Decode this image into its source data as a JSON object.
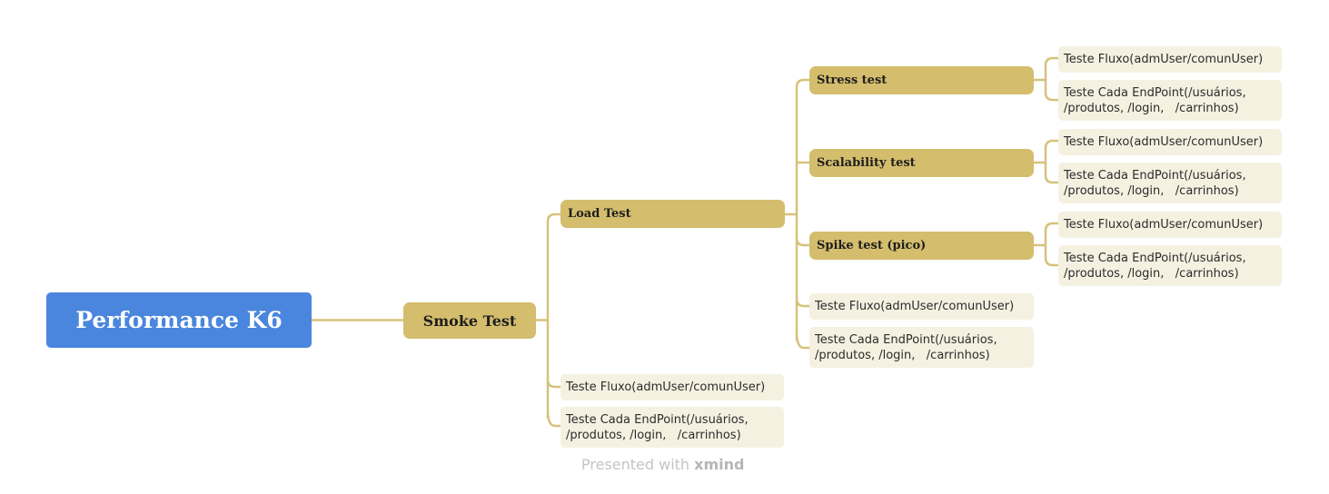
{
  "root": {
    "label": "Performance K6"
  },
  "smoke_test": {
    "label": "Smoke Test",
    "load_test": {
      "label": "Load Test",
      "stress_test": {
        "label": "Stress test",
        "leaves": [
          "Teste Fluxo(admUser/comunUser)",
          "Teste Cada EndPoint(/usuários,\n/produtos, /login,   /carrinhos)"
        ]
      },
      "scalability_test": {
        "label": "Scalability test",
        "leaves": [
          "Teste Fluxo(admUser/comunUser)",
          "Teste Cada EndPoint(/usuários,\n/produtos, /login,   /carrinhos)"
        ]
      },
      "spike_test": {
        "label": "Spike test (pico)",
        "leaves": [
          "Teste Fluxo(admUser/comunUser)",
          "Teste Cada EndPoint(/usuários,\n/produtos, /login,   /carrinhos)"
        ]
      },
      "leaves": [
        "Teste Fluxo(admUser/comunUser)",
        "Teste Cada EndPoint(/usuários,\n/produtos, /login,   /carrinhos)"
      ]
    },
    "leaves": [
      "Teste Fluxo(admUser/comunUser)",
      "Teste Cada EndPoint(/usuários,\n/produtos, /login,   /carrinhos)"
    ]
  },
  "watermark": {
    "prefix": "Presented with",
    "brand": "xmind"
  },
  "colors": {
    "root": "#4a86dd",
    "branch": "#d4bd6c",
    "leaf": "#f5f1e1",
    "connector": "#d6c27a"
  }
}
